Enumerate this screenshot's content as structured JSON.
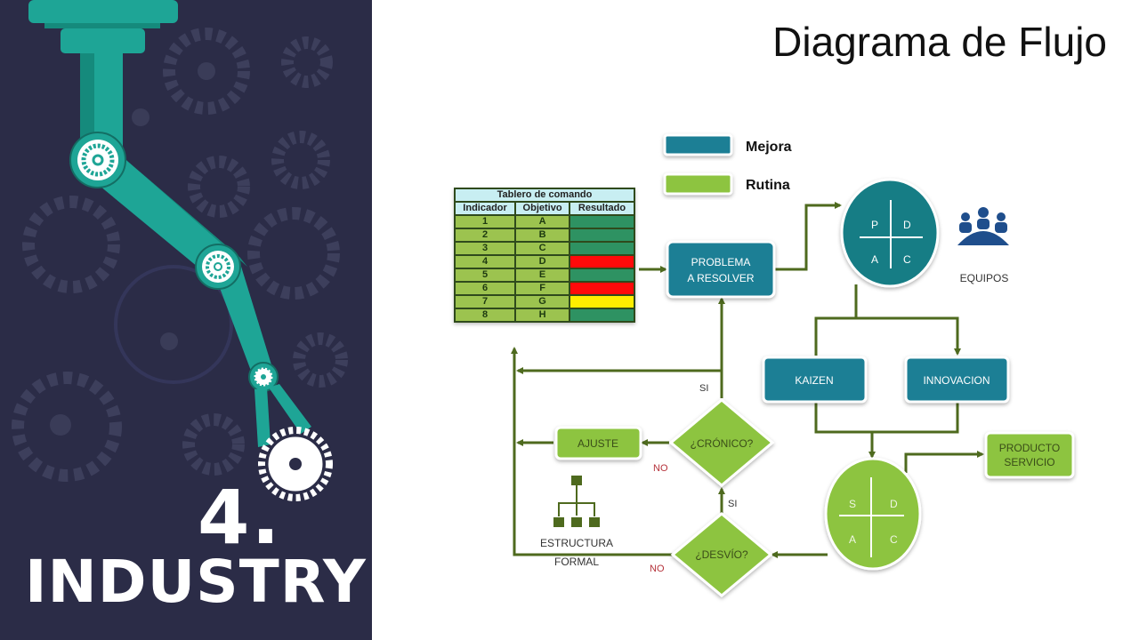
{
  "slide": {
    "title": "Diagrama de Flujo",
    "brand_number": "4.",
    "brand_word": "INDUSTRY"
  },
  "colors": {
    "panel_bg": "#2b2c47",
    "robot_teal": "#1ea596",
    "mejora_blue": "#1f7f95",
    "rutina_green": "#8dc43f",
    "connector": "#4e6a1e",
    "result_good": "#2e9262",
    "result_bad": "#ff0a0a",
    "result_warn": "#ffee00",
    "equipos_icon": "#1f4e8c",
    "no_label": "#b5323a"
  },
  "legend": [
    {
      "label": "Mejora",
      "color": "#1f7f95"
    },
    {
      "label": "Rutina",
      "color": "#8dc43f"
    }
  ],
  "dashboard": {
    "caption": "Tablero de comando",
    "headers": [
      "Indicador",
      "Objetivo",
      "Resultado"
    ],
    "rows": [
      {
        "indicador": "1",
        "objetivo": "A",
        "resultado": "green"
      },
      {
        "indicador": "2",
        "objetivo": "B",
        "resultado": "green"
      },
      {
        "indicador": "3",
        "objetivo": "C",
        "resultado": "green"
      },
      {
        "indicador": "4",
        "objetivo": "D",
        "resultado": "red"
      },
      {
        "indicador": "5",
        "objetivo": "E",
        "resultado": "green"
      },
      {
        "indicador": "6",
        "objetivo": "F",
        "resultado": "red"
      },
      {
        "indicador": "7",
        "objetivo": "G",
        "resultado": "yellow"
      },
      {
        "indicador": "8",
        "objetivo": "H",
        "resultado": "green"
      }
    ]
  },
  "nodes": {
    "problema": {
      "line1": "PROBLEMA",
      "line2": "A RESOLVER"
    },
    "pdca": {
      "q1": "P",
      "q2": "D",
      "q3": "A",
      "q4": "C"
    },
    "equipos": "EQUIPOS",
    "kaizen": "KAIZEN",
    "innovacion": "INNOVACION",
    "sdca": {
      "q1": "S",
      "q2": "D",
      "q3": "A",
      "q4": "C"
    },
    "producto": {
      "line1": "PRODUCTO",
      "line2": "SERVICIO"
    },
    "cronico": "¿CRÓNICO?",
    "desvio": "¿DESVÍO?",
    "ajuste": "AJUSTE",
    "estructura": {
      "line1": "ESTRUCTURA",
      "line2": "FORMAL"
    }
  },
  "edge_labels": {
    "si_top": "SI",
    "no_cronico": "NO",
    "si_desvio": "SI",
    "no_desvio": "NO"
  }
}
